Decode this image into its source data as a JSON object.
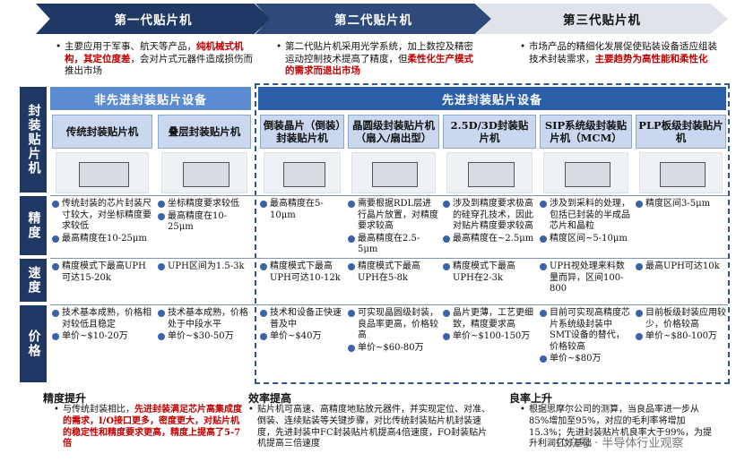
{
  "generations": [
    {
      "label": "第一代贴片机"
    },
    {
      "label": "第二代贴片机"
    },
    {
      "label": "第三代贴片机"
    }
  ],
  "gen_desc": [
    {
      "t1": "主要应用于军事、航天等产品，",
      "r1": "纯机械式机构，其定位度差",
      "t2": "，会对片式元器件造成损伤而推出市场"
    },
    {
      "t1": "第二代贴片机采用光学系统，加上数控及精密运动控制技术提高了精度，但",
      "r1": "柔性化生产模式的需求而退出市场",
      "t2": ""
    },
    {
      "t1": "市场产品的精细化发展促使贴装设备适应组装技术封装需求，",
      "r1": "主要趋势为高性能和柔性化",
      "t2": ""
    }
  ],
  "side_label": "封装贴片机",
  "row_labels": [
    "精度",
    "速度",
    "价格"
  ],
  "groups": {
    "non_advanced": "非先进封装贴片设备",
    "advanced": "先进封装贴片设备"
  },
  "machines": [
    {
      "name": "传统封装贴片机",
      "precision": [
        "传统封装的芯片封装尺寸较大，对坐标精度要求较低",
        "最高精度在10-25μm"
      ],
      "speed": [
        "精度模式下最高UPH可达15-20k"
      ],
      "price": [
        "技术基本成熟，价格相对较低且稳定",
        "单价~$10-20万"
      ]
    },
    {
      "name": "叠层封装贴片机",
      "precision": [
        "坐标精度要求较低",
        "最高精度在10-25μm"
      ],
      "speed": [
        "UPH区间为1.5-3k"
      ],
      "price": [
        "技术基本成熟，价格处于中段水平",
        "单价~$30-50万"
      ]
    },
    {
      "name": "倒装晶片（倒装）封装贴片机",
      "precision": [
        "最高精度在5-10μm"
      ],
      "speed": [
        "精度模式下最高UPH可达10-12k"
      ],
      "price": [
        "技术和设备正快速普及中",
        "单价~$40万"
      ]
    },
    {
      "name": "晶圆级封装贴片机（扇入/扇出型）",
      "precision": [
        "需要根据RDL层进行晶片放置，对精度要求较高",
        "最高精度在2.5-5μm"
      ],
      "speed": [
        "精度模式下最高UPH在5-8k"
      ],
      "price": [
        "可实现晶圆级封装，良品率更高，价格较高",
        "单价~$60-80万"
      ]
    },
    {
      "name": "2.5D/3D封装贴片机",
      "precision": [
        "涉及到精度要求极高的硅穿孔技术，因此对贴片精度要求较高",
        "最高精度在~2.5μm"
      ],
      "speed": [
        "精度模式下最高UPH在2-3k"
      ],
      "price": [
        "晶片更薄，工艺更细致，精度要求高",
        "单价~$100-150万"
      ]
    },
    {
      "name": "SIP系统级封装贴片机（MCM）",
      "precision": [
        "涉及到采料的处理，包括已封装的半成品芯片和晶粒",
        "精度区间~5-10μm"
      ],
      "speed": [
        "UPH视处理来料数量而异，区间100-800"
      ],
      "price": [
        "目前可实现高精度芯片系统级封装中SMT设备的替代，价格较高",
        "单价~$80万"
      ]
    },
    {
      "name": "PLP板级封装贴片机",
      "precision": [
        "精度区间3-5μm"
      ],
      "speed": [
        "最高UPH可达10k"
      ],
      "price": [
        "目前板级封装应用较少，价格较高",
        "单价~$80-100万"
      ]
    }
  ],
  "bottom": [
    {
      "title": "精度提升",
      "pre": "与传统封装相比，",
      "red": "先进封装满足芯片高集成度的需求，I/O接口更多，密度更大，对贴片机的稳定性和精度要求更高，精度上提高了5-7倍",
      "post": ""
    },
    {
      "title": "效率提高",
      "pre": "贴片机可高速、高精度地贴放元器件，并实现定位、对准、倒装、连续贴装等关键步骤，对比传统封装贴片机封装速度，先进封装中FC封装贴片机提高4倍速度，FO封装贴片机提高三倍速度",
      "red": "",
      "post": ""
    },
    {
      "title": "良率上升",
      "pre": "根据思摩尔公司的测算，当良品率进一步从85%增加至95%，对应的毛利率将增加15.3%；先进封装贴片机良率大于99%，为提升利润打好基础",
      "red": "",
      "post": ""
    }
  ],
  "watermark": "公众号 · 半导体行业观察"
}
